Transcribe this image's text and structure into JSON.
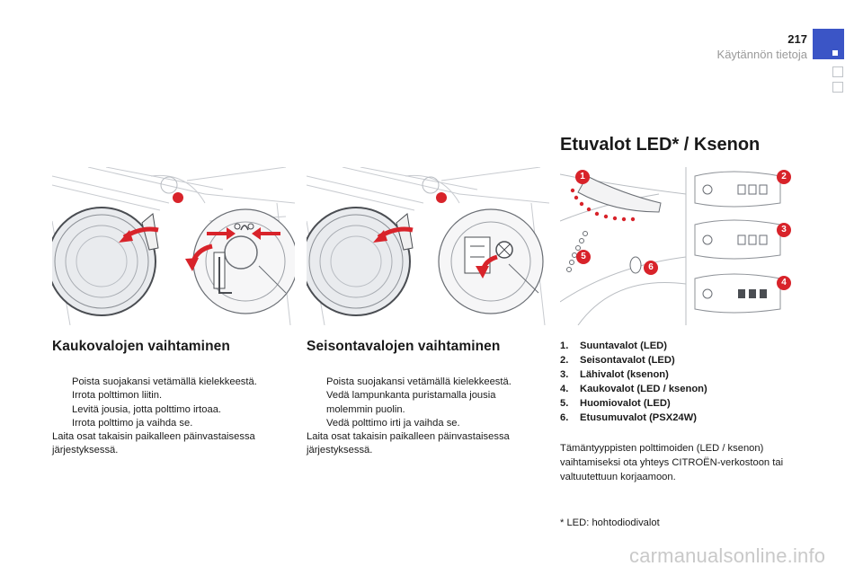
{
  "header": {
    "page_number": "217",
    "section": "Käytännön tietoja"
  },
  "left": {
    "title": "Kaukovalojen vaihtaminen",
    "steps": [
      "Poista suojakansi vetämällä kielekkeestä.",
      "Irrota polttimon liitin.",
      "Levitä jousia, jotta polttimo irtoaa.",
      "Irrota polttimo ja vaihda se."
    ],
    "closing": "Laita osat takaisin paikalleen päinvastaisessa järjestyksessä."
  },
  "middle": {
    "title": "Seisontavalojen vaihtaminen",
    "steps": [
      "Poista suojakansi vetämällä kielekkeestä.",
      "Vedä lampunkanta puristamalla jousia molemmin puolin.",
      "Vedä polttimo irti ja vaihda se."
    ],
    "closing": "Laita osat takaisin paikalleen päinvastaisessa järjestyksessä."
  },
  "right": {
    "title": "Etuvalot LED* / Ksenon",
    "badges": [
      "1",
      "2",
      "3",
      "4",
      "5",
      "6"
    ],
    "legend": [
      {
        "num": "1.",
        "label": "Suuntavalot (LED)"
      },
      {
        "num": "2.",
        "label": "Seisontavalot (LED)"
      },
      {
        "num": "3.",
        "label": "Lähivalot (ksenon)"
      },
      {
        "num": "4.",
        "label": "Kaukovalot (LED / ksenon)"
      },
      {
        "num": "5.",
        "label": "Huomiovalot (LED)"
      },
      {
        "num": "6.",
        "label": "Etusumuvalot (PSX24W)"
      }
    ],
    "note": "Tämäntyyppisten polttimoiden (LED / ksenon) vaihtamiseksi ota yhteys CITROËN-verkostoon tai valtuutettuun korjaamoon.",
    "footnote": "* LED: hohtodiodivalot"
  },
  "bullet_symbol": "",
  "watermark": "carmanualsonline.info",
  "colors": {
    "accent_blue": "#3b55c6",
    "callout_red": "#d8232a"
  }
}
